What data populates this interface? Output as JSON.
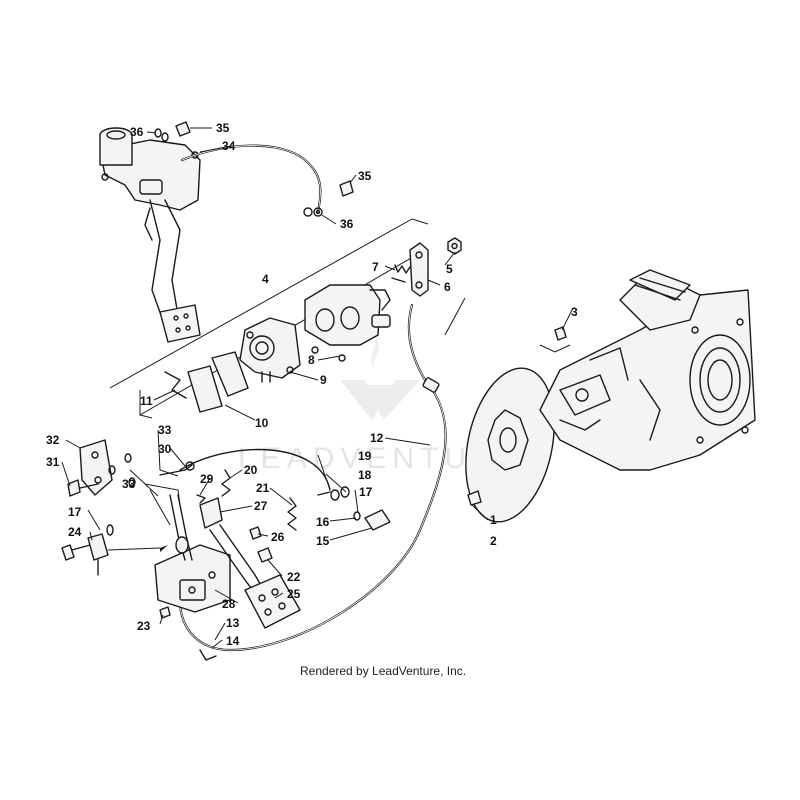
{
  "diagram": {
    "caption": "Rendered by LeadVenture, Inc.",
    "watermark": "LEADVENTURE",
    "colors": {
      "line": "#1a1a1a",
      "background": "#ffffff",
      "watermark": "#d9d9d9"
    },
    "callouts": [
      {
        "id": "c1",
        "label": "1"
      },
      {
        "id": "c2",
        "label": "2"
      },
      {
        "id": "c3",
        "label": "3"
      },
      {
        "id": "c4",
        "label": "4"
      },
      {
        "id": "c5",
        "label": "5"
      },
      {
        "id": "c6",
        "label": "6"
      },
      {
        "id": "c7",
        "label": "7"
      },
      {
        "id": "c8",
        "label": "8"
      },
      {
        "id": "c9",
        "label": "9"
      },
      {
        "id": "c10",
        "label": "10"
      },
      {
        "id": "c11",
        "label": "11"
      },
      {
        "id": "c12",
        "label": "12"
      },
      {
        "id": "c13",
        "label": "13"
      },
      {
        "id": "c14",
        "label": "14"
      },
      {
        "id": "c15",
        "label": "15"
      },
      {
        "id": "c16",
        "label": "16"
      },
      {
        "id": "c17a",
        "label": "17"
      },
      {
        "id": "c17b",
        "label": "17"
      },
      {
        "id": "c18",
        "label": "18"
      },
      {
        "id": "c19",
        "label": "19"
      },
      {
        "id": "c20",
        "label": "20"
      },
      {
        "id": "c21",
        "label": "21"
      },
      {
        "id": "c22",
        "label": "22"
      },
      {
        "id": "c23",
        "label": "23"
      },
      {
        "id": "c24",
        "label": "24"
      },
      {
        "id": "c25",
        "label": "25"
      },
      {
        "id": "c26",
        "label": "26"
      },
      {
        "id": "c27",
        "label": "27"
      },
      {
        "id": "c28",
        "label": "28"
      },
      {
        "id": "c29",
        "label": "29"
      },
      {
        "id": "c30",
        "label": "30"
      },
      {
        "id": "c31",
        "label": "31"
      },
      {
        "id": "c32",
        "label": "32"
      },
      {
        "id": "c33a",
        "label": "33"
      },
      {
        "id": "c33b",
        "label": "33"
      },
      {
        "id": "c34",
        "label": "34"
      },
      {
        "id": "c35a",
        "label": "35"
      },
      {
        "id": "c35b",
        "label": "35"
      },
      {
        "id": "c36a",
        "label": "36"
      },
      {
        "id": "c36b",
        "label": "36"
      }
    ]
  }
}
